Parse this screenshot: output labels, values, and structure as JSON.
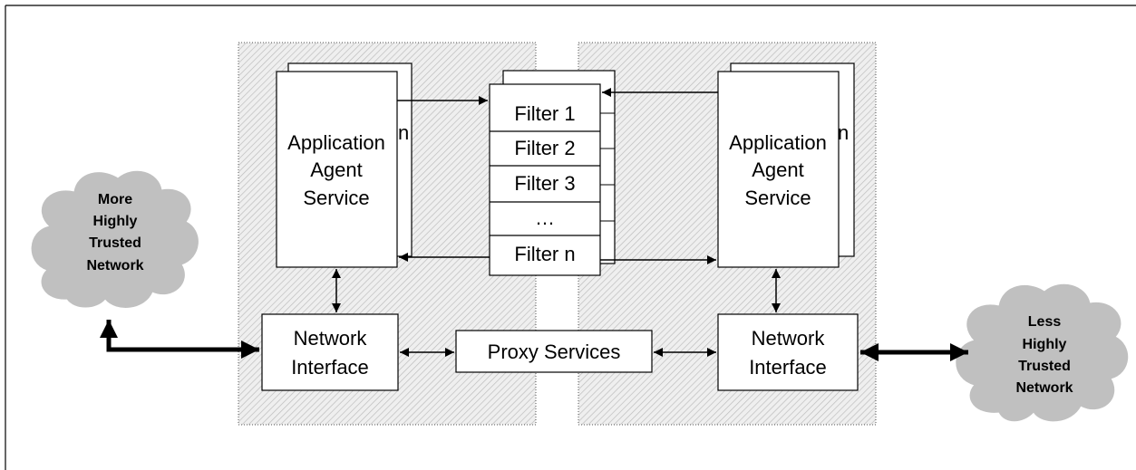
{
  "clouds": {
    "left": {
      "lines": [
        "More",
        "Highly",
        "Trusted",
        "Network"
      ]
    },
    "right": {
      "lines": [
        "Less",
        "Highly",
        "Trusted",
        "Network"
      ]
    }
  },
  "left_app": {
    "lines": [
      "Application",
      "Agent",
      "Service"
    ],
    "back_fragment": "n"
  },
  "right_app": {
    "lines": [
      "Application",
      "Agent",
      "Service"
    ],
    "back_fragment": "n"
  },
  "filters": [
    "Filter 1",
    "Filter 2",
    "Filter 3",
    "…",
    "Filter n"
  ],
  "left_net": {
    "lines": [
      "Network",
      "Interface"
    ]
  },
  "right_net": {
    "lines": [
      "Network",
      "Interface"
    ]
  },
  "proxy": {
    "label": "Proxy Services"
  },
  "colors": {
    "cloud_fill": "#c0c0c0",
    "hatch_fill": "#efefef",
    "hatch_line": "#bdbdbd",
    "stroke": "#000000",
    "box_fill": "#ffffff"
  }
}
